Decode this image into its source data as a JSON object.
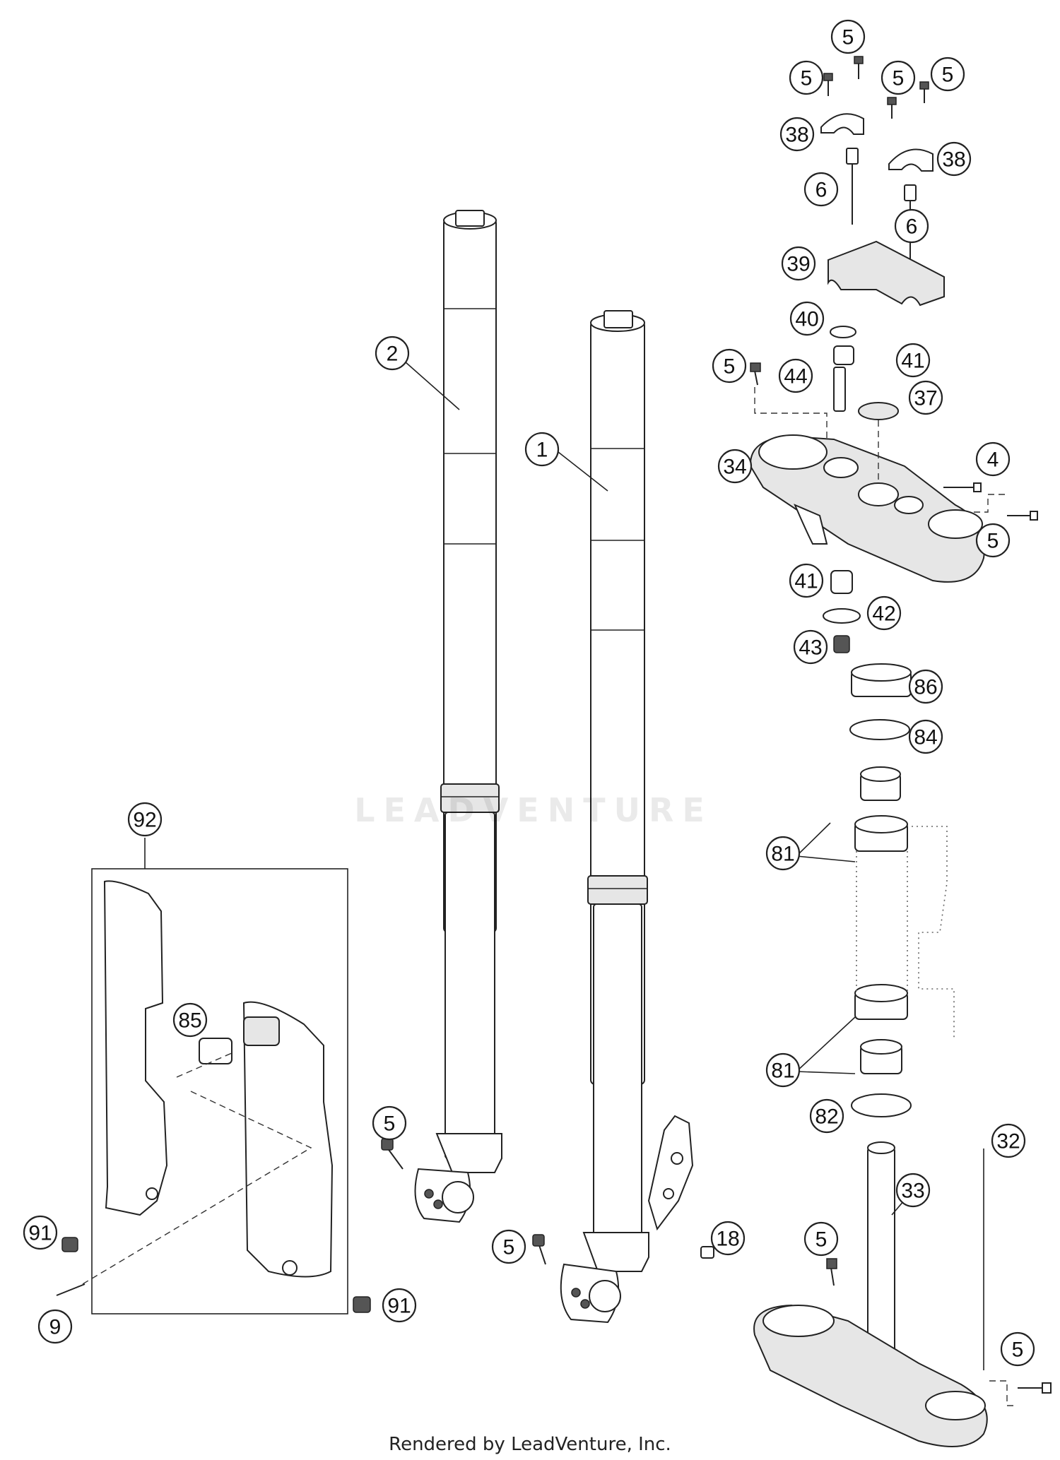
{
  "diagram": {
    "callouts": [
      {
        "label": "5"
      },
      {
        "label": "5"
      },
      {
        "label": "5"
      },
      {
        "label": "5"
      },
      {
        "label": "38"
      },
      {
        "label": "38"
      },
      {
        "label": "6"
      },
      {
        "label": "6"
      },
      {
        "label": "39"
      },
      {
        "label": "40"
      },
      {
        "label": "41"
      },
      {
        "label": "5"
      },
      {
        "label": "44"
      },
      {
        "label": "37"
      },
      {
        "label": "34"
      },
      {
        "label": "4"
      },
      {
        "label": "5"
      },
      {
        "label": "41"
      },
      {
        "label": "42"
      },
      {
        "label": "43"
      },
      {
        "label": "86"
      },
      {
        "label": "84"
      },
      {
        "label": "81"
      },
      {
        "label": "81"
      },
      {
        "label": "82"
      },
      {
        "label": "32"
      },
      {
        "label": "33"
      },
      {
        "label": "5"
      },
      {
        "label": "5"
      },
      {
        "label": "2"
      },
      {
        "label": "1"
      },
      {
        "label": "5"
      },
      {
        "label": "5"
      },
      {
        "label": "18"
      },
      {
        "label": "92"
      },
      {
        "label": "85"
      },
      {
        "label": "91"
      },
      {
        "label": "9"
      },
      {
        "label": "91"
      }
    ]
  },
  "watermark": {
    "text": "LEADVENTURE"
  },
  "footer": {
    "text": "Rendered by LeadVenture, Inc."
  }
}
